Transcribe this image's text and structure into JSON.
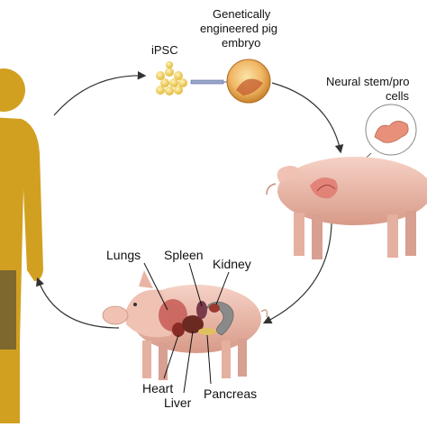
{
  "labels": {
    "ipsc": "iPSC",
    "embryo_line1": "Genetically",
    "embryo_line2": "engineered pig",
    "embryo_line3": "embryo",
    "neural_line1": "Neural stem/pro",
    "neural_line2": "cells",
    "lungs": "Lungs",
    "spleen": "Spleen",
    "kidney": "Kidney",
    "heart": "Heart",
    "liver": "Liver",
    "pancreas": "Pancreas"
  },
  "colors": {
    "human_silhouette": "#d2a020",
    "pig_skin": "#f0c2b4",
    "pig_shadow": "#c98e7c",
    "ipsc_cells": "#f5d66a",
    "embryo": "#d98a3a",
    "neural_cells": "#e8907a",
    "arrow": "#333333"
  }
}
